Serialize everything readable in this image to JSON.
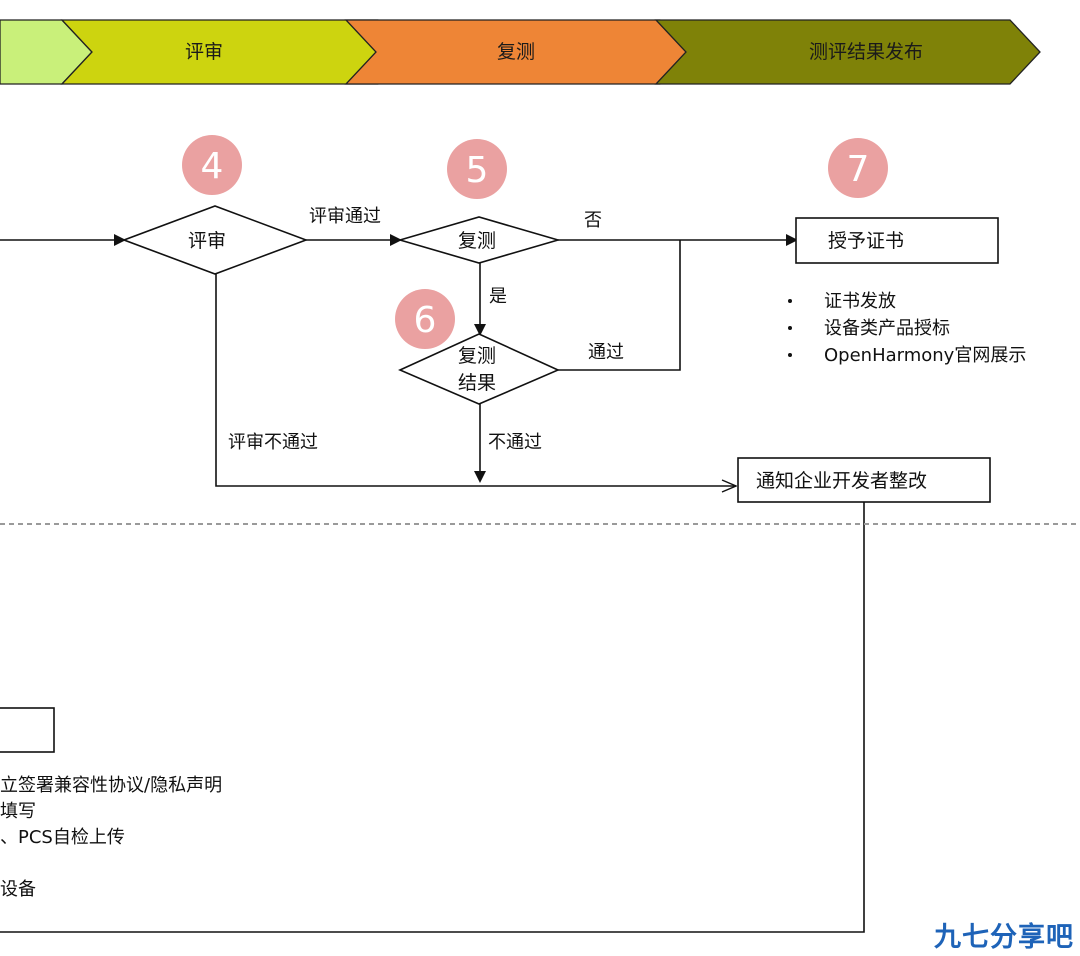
{
  "stages": [
    {
      "label": "",
      "color": "#c9f07a"
    },
    {
      "label": "评审",
      "color": "#cdd40f"
    },
    {
      "label": "复测",
      "color": "#ee8536"
    },
    {
      "label": "测评结果发布",
      "color": "#7f8208"
    }
  ],
  "badges": {
    "review": "4",
    "retest": "5",
    "retest_result": "6",
    "publish": "7"
  },
  "nodes": {
    "review": "评审",
    "retest": "复测",
    "retest_result_line1": "复测",
    "retest_result_line2": "结果",
    "grant_certificate": "授予证书",
    "notify_rectify": "通知企业开发者整改"
  },
  "edges": {
    "review_pass": "评审通过",
    "no": "否",
    "yes": "是",
    "pass": "通过",
    "not_pass": "不通过",
    "review_not_pass": "评审不通过"
  },
  "certificate_bullets": [
    "证书发放",
    "设备类产品授标",
    "OpenHarmony官网展示"
  ],
  "partial_notes": [
    "立签署兼容性协议/隐私声明",
    "填写",
    "、PCS自检上传",
    "",
    "设备"
  ],
  "watermark": "九七分享吧"
}
